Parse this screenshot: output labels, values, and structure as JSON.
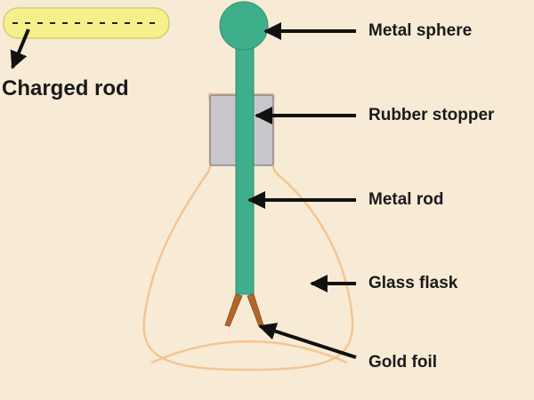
{
  "labels": {
    "charged_rod": "Charged rod",
    "metal_sphere": "Metal sphere",
    "rubber_stopper": "Rubber stopper",
    "metal_rod": "Metal rod",
    "glass_flask": "Glass flask",
    "gold_foil": "Gold foil"
  },
  "icons": {
    "charge_symbols": "negative-charge-dashes",
    "pointer": "arrow-icon"
  },
  "colors": {
    "background": "#f8ebd6",
    "charged_rod_fill": "#f6f08a",
    "charged_rod_stroke": "#d8c97a",
    "metal": "#3fae8a",
    "metal_stroke": "#2f8f70",
    "stopper_fill": "#c9c7cc",
    "stopper_stroke": "#8a8890",
    "flask_stroke": "#f2c592",
    "gold_foil": "#b5652a",
    "arrow": "#111111",
    "text": "#1a1a1a"
  }
}
